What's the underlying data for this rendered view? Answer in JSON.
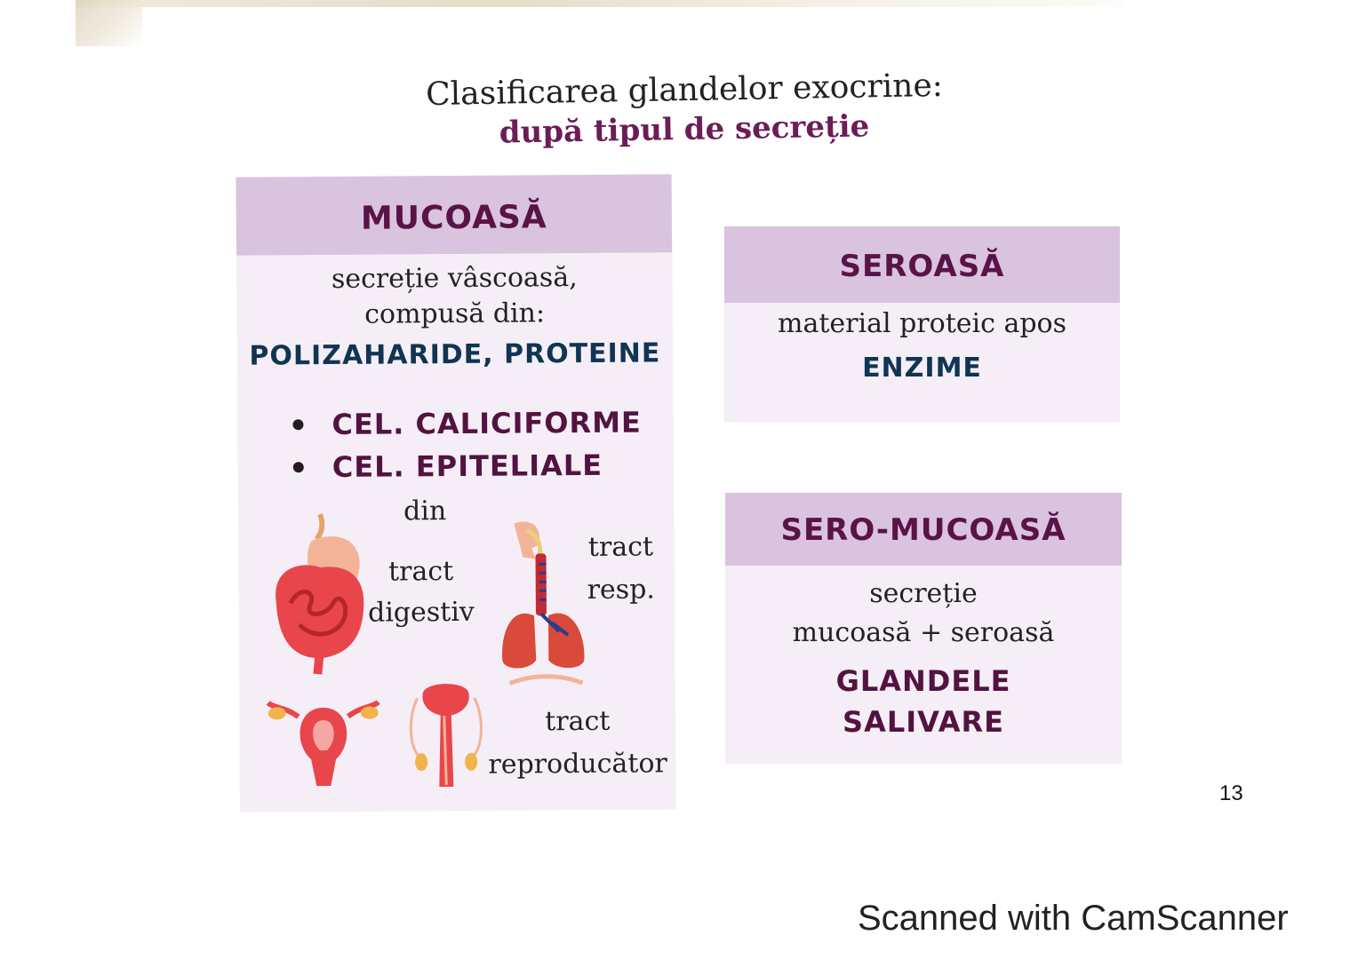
{
  "header": {
    "title": "Clasificarea glandelor exocrine:",
    "subtitle": "după tipul de secreție"
  },
  "mucoasa": {
    "title": "MUCOASĂ",
    "description_line1": "secreție vâscoasă,",
    "description_line2": "compusă din:",
    "composition": "POLIZAHARIDE, PROTEINE",
    "cells": [
      "CEL. CALICIFORME",
      "CEL. EPITELIALE"
    ],
    "from_label": "din",
    "digestive_line1": "tract",
    "digestive_line2": "digestiv",
    "respiratory_line1": "tract",
    "respiratory_line2": "resp.",
    "reproductive_line1": "tract",
    "reproductive_line2": "reproducător"
  },
  "seroasa": {
    "title": "SEROASĂ",
    "description": "material proteic apos",
    "composition": "ENZIME"
  },
  "sero_mucoasa": {
    "title": "SERO-MUCOASĂ",
    "description_line1": "secreție",
    "description_line2": "mucoasă + seroasă",
    "example_line1": "GLANDELE",
    "example_line2": "SALIVARE"
  },
  "page": {
    "number": "13"
  },
  "scan": {
    "watermark": "Scanned with CamScanner"
  },
  "icons": [
    "digestive-system-icon",
    "respiratory-system-icon",
    "female-reproductive-icon",
    "male-reproductive-icon"
  ],
  "colors": {
    "card_background": "#f6eef7",
    "header_background": "#d9c3df",
    "title_accent": "#6b1d57",
    "blue_text": "#0f3552",
    "organ_red": "#e8464b"
  }
}
